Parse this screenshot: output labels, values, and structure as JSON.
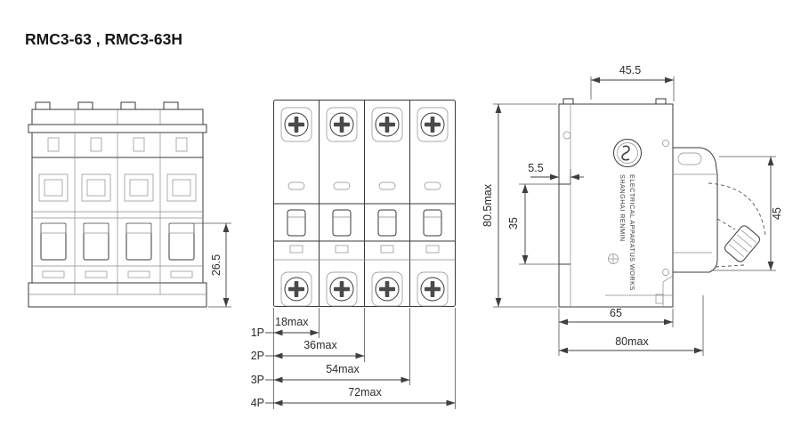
{
  "title": "RMC3-63 , RMC3-63H",
  "dims": {
    "front_height": "26.5",
    "p1": "18max",
    "p2": "36max",
    "p3": "54max",
    "p4": "72max",
    "pole1": "1P",
    "pole2": "2P",
    "pole3": "3P",
    "pole4": "4P",
    "depth_top": "45.5",
    "height_total": "80.5max",
    "groove_depth": "5.5",
    "groove_height": "35",
    "panel_height": "45",
    "bottom_inner": "65",
    "bottom_outer": "80max"
  },
  "brand": {
    "line1": "SHANGHAI RENMIN",
    "line2": "ELECTRICAL APPARATUS WORKS"
  },
  "colors": {
    "line": "#3a3a3a",
    "shade_dark": "#8d8d8d",
    "shade_mid": "#c6c6c6",
    "shade_light": "#ededed"
  }
}
